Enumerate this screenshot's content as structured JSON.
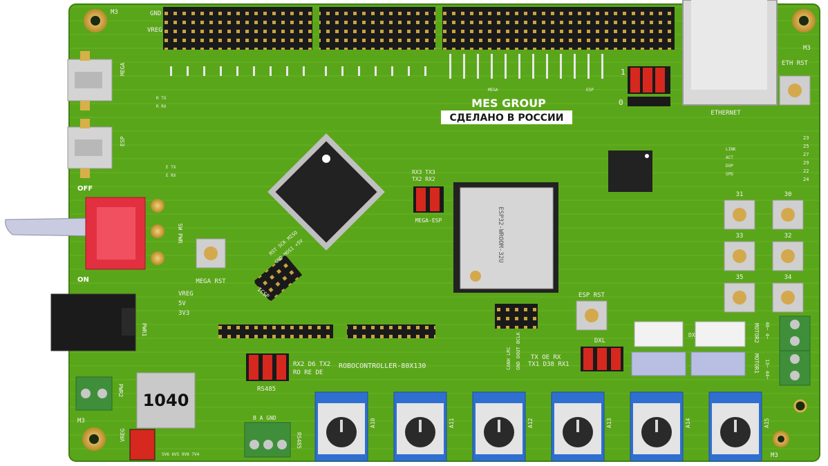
{
  "colors": {
    "pcb": "#5aa61a",
    "pcb_dark": "#3f7f12",
    "trace": "#74bd2c",
    "header": "#1a1a1a",
    "gold": "#d8b04a",
    "jumper_red": "#d6281e",
    "terminal_green": "#3f8f3a",
    "potentiometer_blue": "#2f6fd0",
    "chip": "#222222",
    "esp_can": "#cfcfcf"
  },
  "board": {
    "brand": "MES GROUP",
    "made_in": "СДЕЛАНО В РОССИИ",
    "model": "ROBOCONTROLLER-80X130"
  },
  "labels": {
    "gnd": "GND",
    "vreg": "VREG",
    "m3": "M3",
    "mega": "MEGA",
    "esp": "ESP",
    "off": "OFF",
    "on": "ON",
    "sw_pwr": "SW PWR",
    "mega_rst": "MEGA RST",
    "esp_rst": "ESP RST",
    "eth_rst": "ETH RST",
    "ethernet": "ETHERNET",
    "rx3_tx3": "RX3 TX3",
    "rx2_tx2": "TX2 RX2",
    "mega_esp": "MEGA-ESP",
    "esp_module": "ESP32-WROOM-32U",
    "icsp": "ICSP",
    "icsp_pins": "RST SCK MISO",
    "icsp_pins2": "GND MOSI +5V",
    "rs485": "RS485",
    "rs485_pins": "RX2  D6  TX2",
    "rs485_pins2": "RO   RE   DE",
    "pwr1": "PWR1",
    "pwr2": "PWR2",
    "v_vreg": "VREG",
    "v_5v": "5V",
    "v_3v3": "3V3",
    "inductor": "1040",
    "dxl": "DXL",
    "dxl_pins": "TX   OE   RX",
    "dxl_pins2": "TX1  D38  RX1",
    "can_pins": "CANH LRC",
    "can_pins2": "GND  DOUT BCLK",
    "motor1": "MOTOR1",
    "motor2": "MOTOR2",
    "motor1_pins": "13~ 44~",
    "motor2_pins": "46~ 4~",
    "led_link": "LINK",
    "led_act": "ACT",
    "led_dup": "DUP",
    "led_spd": "SPD",
    "rs485_term": "B  A  GND",
    "rs485_term_name": "RS485",
    "jumper_0": "0",
    "jumper_1": "1",
    "r_tx": "R TX",
    "r_rx": "R RX",
    "e_tx": "E TX",
    "e_rx": "E RX",
    "mega_tag": "MEGA",
    "esp_tag": "ESP",
    "vdiv": "5V6  6V5  9V8  7V4"
  },
  "buttons": [
    {
      "label": "31"
    },
    {
      "label": "30"
    },
    {
      "label": "33"
    },
    {
      "label": "32"
    },
    {
      "label": "35"
    },
    {
      "label": "34"
    }
  ],
  "pots": [
    "A10",
    "A11",
    "A12",
    "A13",
    "A14",
    "A15"
  ],
  "led_numbers": [
    "23",
    "25",
    "27",
    "29",
    "22",
    "24"
  ]
}
